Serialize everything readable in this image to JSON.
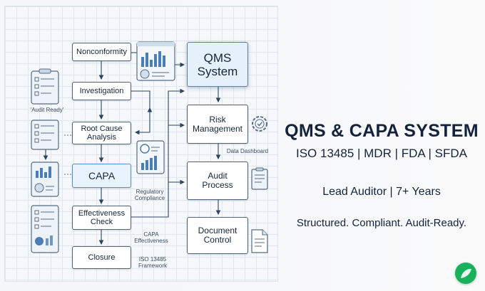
{
  "flow": {
    "nonconformity": "Nonconformity",
    "investigation": "Investigation",
    "root_cause": "Root Cause\nAnalysis",
    "capa": "CAPA",
    "effectiveness": "Effectiveness\nCheck",
    "closure": "Closure",
    "qms": "QMS\nSystem",
    "risk": "Risk\nManagement",
    "audit": "Audit\nProcess",
    "document": "Document\nControl"
  },
  "notes": {
    "audit_ready": "'Audit Ready'",
    "data_dashboard": "Data Dashboard",
    "regulatory": "Regulatory\nCompliance",
    "capa_effectiveness": "CAPA\nEffectiveness",
    "iso_framework": "ISO 13485\nFramework"
  },
  "headline": {
    "title": "QMS & CAPA SYSTEM",
    "standards": "ISO 13485 | MDR | FDA | SFDA",
    "role": "Lead Auditor | 7+ Years",
    "tagline": "Structured. Compliant. Audit-Ready."
  },
  "colors": {
    "line": "#2b4560",
    "box_border": "#4f6479",
    "accent_blue": "#4a7fb6",
    "badge": "#18b15c"
  }
}
